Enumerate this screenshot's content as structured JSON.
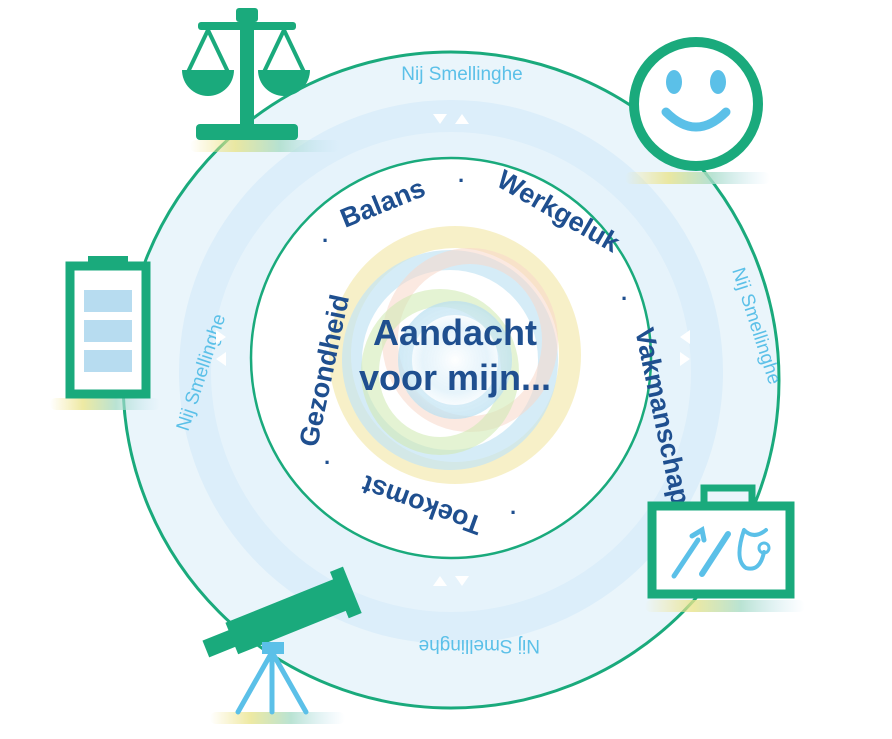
{
  "center": {
    "line1": "Aandacht",
    "line2": "voor mijn..."
  },
  "ring_labels": {
    "top": "Nij Smellinghe",
    "right": "Nij Smellinghe",
    "bottom": "Nij Smellinghe",
    "left": "Nij Smellinghe"
  },
  "values": {
    "balans": "Balans",
    "werkgeluk": "Werkgeluk",
    "vakmanschap": "Vakmanschap",
    "toekomst": "Toekomst",
    "gezondheid": "Gezondheid",
    "separator": "·"
  },
  "icons": [
    {
      "name": "scales-icon",
      "meaning": "Balans"
    },
    {
      "name": "smiley-icon",
      "meaning": "Werkgeluk"
    },
    {
      "name": "toolbox-icon",
      "meaning": "Vakmanschap"
    },
    {
      "name": "telescope-icon",
      "meaning": "Toekomst"
    },
    {
      "name": "battery-icon",
      "meaning": "Gezondheid"
    }
  ],
  "colors": {
    "green": "#1aaa7c",
    "light_blue": "#5bc0e8",
    "navy": "#1f4f8f",
    "ring_fill": "#e6f3fb"
  }
}
